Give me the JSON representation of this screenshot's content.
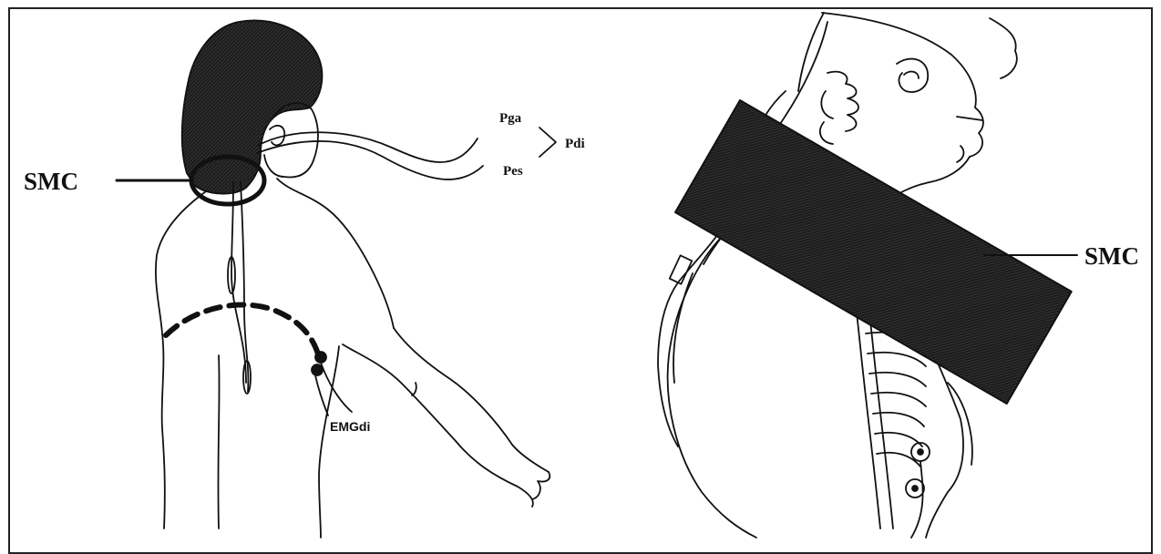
{
  "figure": {
    "left_panel": {
      "coil_label": "SMC",
      "pga_label": "Pga",
      "pes_label": "Pes",
      "pdi_label": "Pdi",
      "emg_label": "EMGdi"
    },
    "right_panel": {
      "coil_label": "SMC"
    },
    "colors": {
      "ink": "#111111",
      "coil_fill": "#1c1c1c",
      "background": "#ffffff"
    }
  }
}
